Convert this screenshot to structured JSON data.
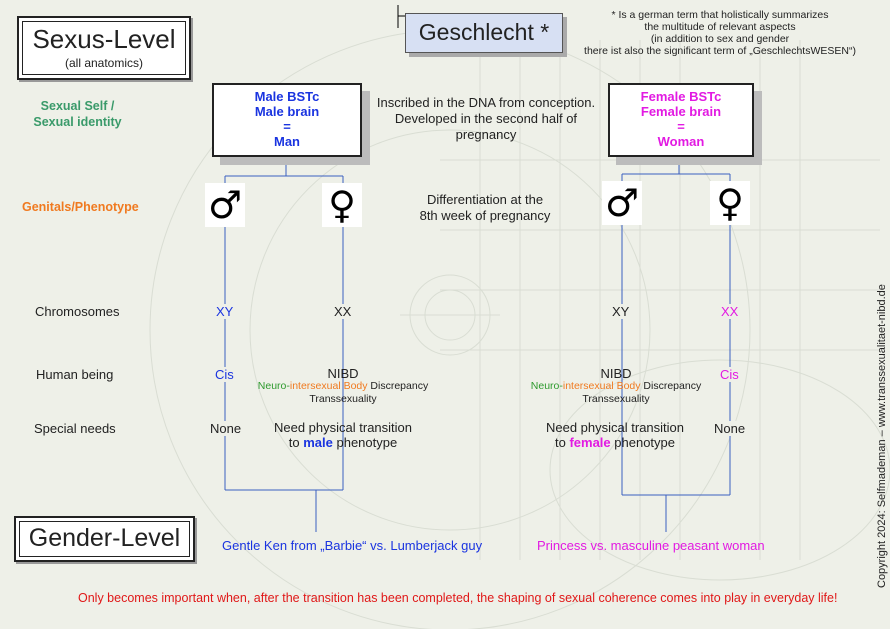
{
  "sexus_level": {
    "title": "Sexus-Level",
    "subtitle": "(all anatomics)"
  },
  "gender_level": {
    "title": "Gender-Level"
  },
  "geschlecht": {
    "title": "Geschlecht *"
  },
  "footnote": {
    "line1": "* Is a german term that holistically summarizes",
    "line2": "the multitude of relevant aspects",
    "line3": "(in addition to sex and gender",
    "line4": "there ist also the significant term of „GeschlechtsWESEN“)"
  },
  "rows": {
    "sexual_self_line1": "Sexual Self /",
    "sexual_self_line2": "Sexual identity",
    "genitals": "Genitals/Phenotype",
    "chromosomes": "Chromosomes",
    "human_being": "Human being",
    "special_needs": "Special needs"
  },
  "male_box": {
    "line1": "Male BSTc",
    "line2": "Male brain",
    "line3": "=",
    "line4": "Man"
  },
  "female_box": {
    "line1": "Female BSTc",
    "line2": "Female brain",
    "line3": "=",
    "line4": "Woman"
  },
  "dna_note": {
    "line1": "Inscribed in the DNA from conception.",
    "line2": "Developed in the second half of",
    "line3": "pregnancy"
  },
  "diff_note": {
    "line1": "Differentiation at the",
    "line2": "8th week of pregnancy"
  },
  "symbols": {
    "male": "♂",
    "female": "♀"
  },
  "columns": {
    "col1": {
      "chrom": "XY",
      "human": "Cis",
      "needs": "None"
    },
    "col2": {
      "chrom": "XX",
      "human": "NIBD",
      "nibd_neuro": "Neuro-",
      "nibd_inter": "intersexual Body",
      "nibd_rest": " Discrepancy",
      "trans": "Transsexuality",
      "needs1": "Need physical transition",
      "needs2_pre": "to ",
      "needs2_em": "male",
      "needs2_post": " phenotype"
    },
    "col3": {
      "chrom": "XY",
      "human": "NIBD",
      "nibd_neuro": "Neuro-",
      "nibd_inter": "intersexual Body",
      "nibd_rest": " Discrepancy",
      "trans": "Transsexuality",
      "needs1": "Need physical transition",
      "needs2_pre": "to ",
      "needs2_em": "female",
      "needs2_post": " phenotype"
    },
    "col4": {
      "chrom": "XX",
      "human": "Cis",
      "needs": "None"
    }
  },
  "gender_examples": {
    "left": "Gentle Ken from „Barbie“ vs. Lumberjack guy",
    "right": "Princess vs. masculine peasant woman"
  },
  "bottom_note": "Only becomes important when, after the transition has been completed, the shaping of sexual coherence comes into play in everyday life!",
  "copyright": "Copyright 2024: Selfmademan – www.transsexualitaet-nibd.de",
  "colors": {
    "blue": "#1a34e0",
    "magenta": "#e21ae2",
    "green": "#3a9a6a",
    "orange": "#f07a20",
    "red": "#e01818"
  }
}
